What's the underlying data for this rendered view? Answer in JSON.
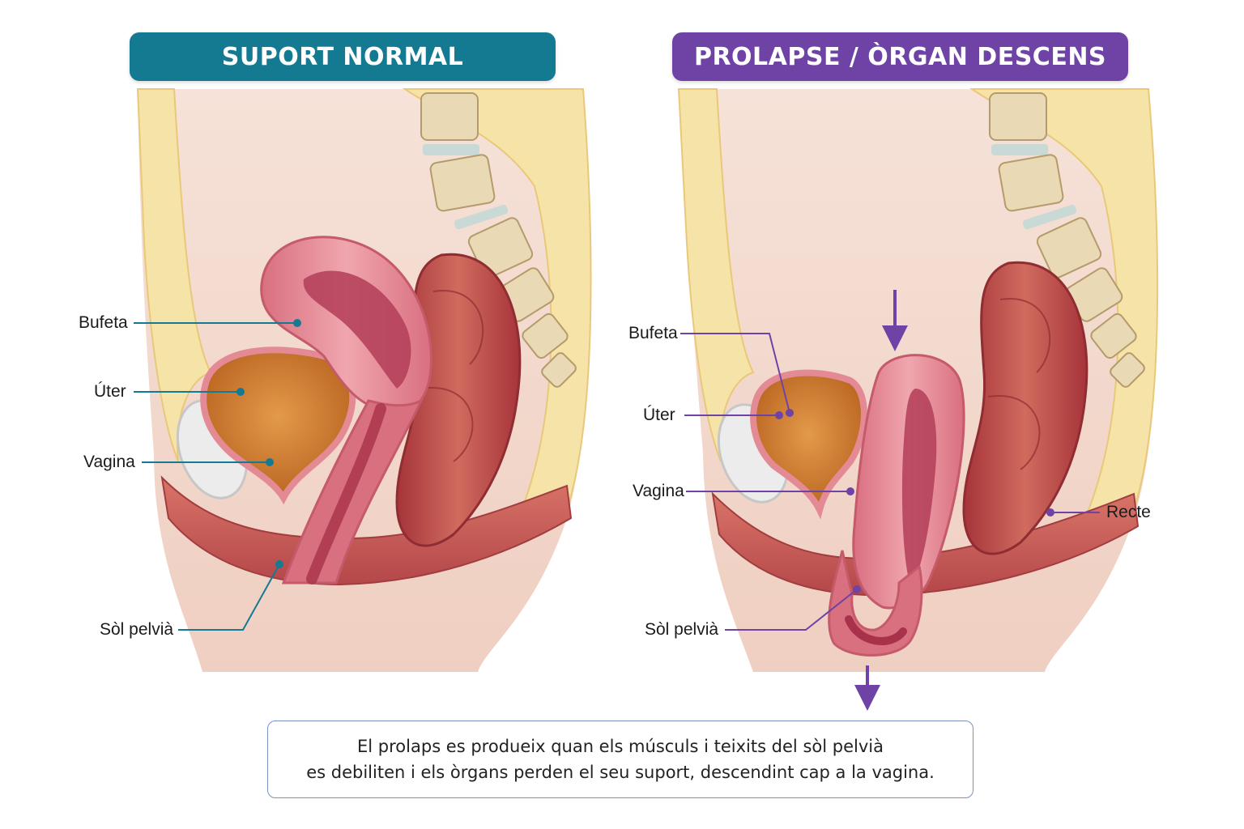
{
  "panels": {
    "left": {
      "title": "SUPORT NORMAL",
      "labels": {
        "bladder": "Bufeta",
        "uterus": "Úter",
        "vagina": "Vagina",
        "pelvic_floor": "Sòl pelvià"
      }
    },
    "right": {
      "title": "PROLAPSE / ÒRGAN DESCENS",
      "labels": {
        "bladder": "Bufeta",
        "uterus": "Úter",
        "vagina": "Vagina",
        "rectum": "Recte",
        "pelvic_floor": "Sòl pelvià"
      }
    }
  },
  "caption": {
    "line1": "El prolaps es produeix quan els músculs i teixits del sòl pelvià",
    "line2": "es debiliten i els òrgans perden el seu suport, descendint cap a la vagina."
  },
  "colors": {
    "left_accent": "#137a92",
    "right_accent": "#6f43a6",
    "skin": "#f3d8cc",
    "fat": "#f6e3a8",
    "muscle": "#c9575a",
    "uterus": "#e48a95",
    "bladder": "#c9772c",
    "rectum": "#b9443f",
    "bone": "#e9d9b5"
  }
}
